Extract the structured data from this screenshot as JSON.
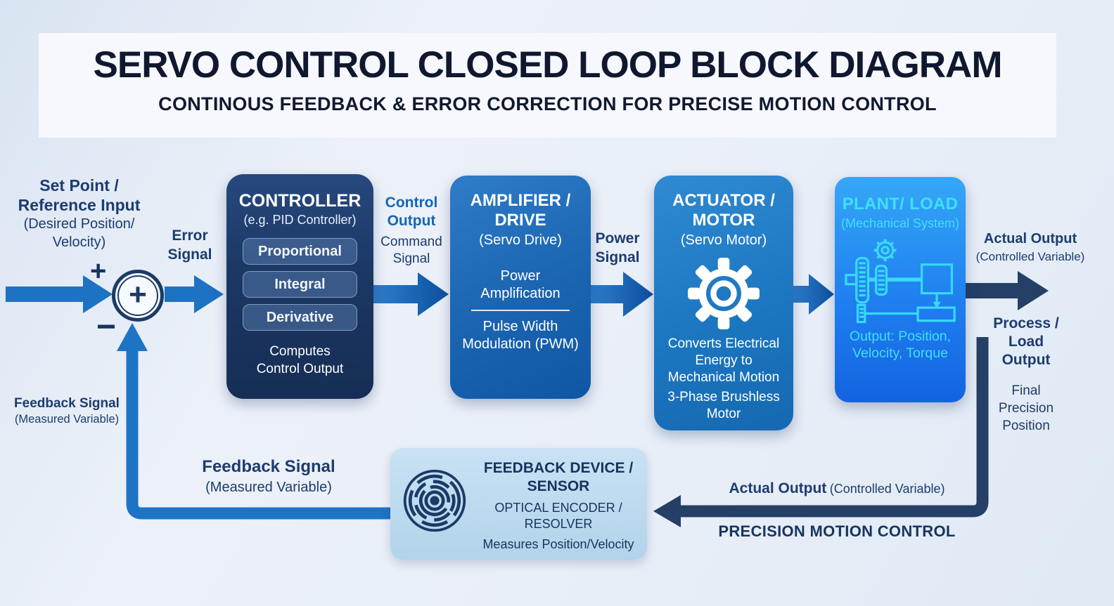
{
  "header": {
    "title": "SERVO CONTROL CLOSED LOOP BLOCK DIAGRAM",
    "subtitle": "CONTINOUS FEEDBACK & ERROR CORRECTION FOR PRECISE MOTION CONTROL"
  },
  "set_point": {
    "lines": [
      "Set Point /",
      "Reference Input",
      "(Desired Position/",
      "Velocity)"
    ]
  },
  "junction": {
    "plus": "+",
    "minus": "−",
    "center": "+"
  },
  "labels": {
    "error": [
      "Error",
      "Signal"
    ],
    "control_output": [
      "Control",
      "Output"
    ],
    "command": [
      "Command",
      "Signal"
    ],
    "power": [
      "Power",
      "Signal"
    ],
    "actual_right": [
      "Actual Output",
      "(Controlled Variable)"
    ],
    "process": [
      "Process /",
      "Load",
      "Output"
    ],
    "final": [
      "Final",
      "Precision",
      "Position"
    ],
    "feedback_left": [
      "Feedback Signal",
      "(Measured Variable)"
    ],
    "feedback_mid": [
      "Feedback Signal",
      "(Measured Variable)"
    ],
    "actual_bottom": [
      "Actual Output",
      "(Controlled Variable)"
    ],
    "precision_caption": "PRECISION MOTION CONTROL"
  },
  "controller": {
    "title": "CONTROLLER",
    "subtitle": "(e.g. PID Controller)",
    "items": [
      "Proportional",
      "Integral",
      "Derivative"
    ],
    "footer": [
      "Computes",
      "Control Output"
    ]
  },
  "amplifier": {
    "title": [
      "AMPLIFIER /",
      "DRIVE"
    ],
    "subtitle": "(Servo Drive)",
    "body1": [
      "Power",
      "Amplification"
    ],
    "body2": [
      "Pulse Width",
      "Modulation (PWM)"
    ]
  },
  "actuator": {
    "title": [
      "ACTUATOR /",
      "MOTOR"
    ],
    "subtitle": "(Servo Motor)",
    "icon": "gear-icon",
    "desc1": [
      "Converts Electrical",
      "Energy to",
      "Mechanical Motion"
    ],
    "desc2": [
      "3-Phase Brushless",
      "Motor"
    ]
  },
  "plant": {
    "title": "PLANT/ LOAD",
    "subtitle": "(Mechanical System)",
    "icon": "mechanical-system-icon",
    "output": [
      "Output: Position,",
      "Velocity, Torque"
    ]
  },
  "sensor": {
    "title": [
      "FEEDBACK DEVICE /",
      "SENSOR"
    ],
    "subtitle": [
      "OPTICAL ENCODER /",
      "RESOLVER"
    ],
    "desc": "Measures Position/Velocity",
    "icon": "encoder-icon"
  },
  "colors": {
    "arrow_blue": "#1d72c4",
    "arrow_blue_dark": "#0d4f9e",
    "arrow_navy": "#253f66",
    "navy_text": "#1c3c6e",
    "control_output_blue": "#1465b4",
    "controller_bg": "#1d3a64",
    "amplifier_bg": "#1565b2",
    "actuator_bg": "#1d7dc4",
    "plant_top": "#2fa2f5",
    "plant_bottom": "#1463e0",
    "plant_text": "#3fe0f8",
    "sensor_bg": "#bcdaf0"
  }
}
